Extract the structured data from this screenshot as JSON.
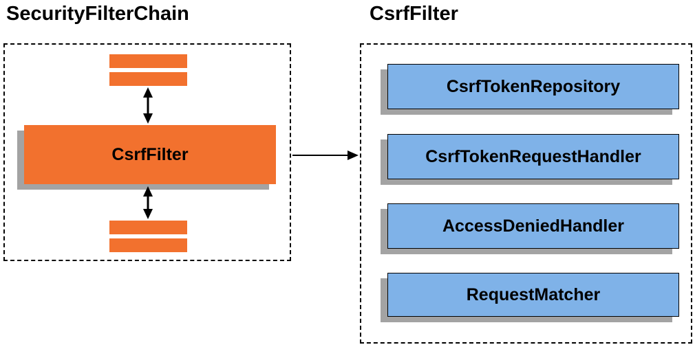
{
  "colors": {
    "orange": "#F2712E",
    "blue": "#7FB2E8",
    "shadow": "#A3A3A3",
    "line": "#000000"
  },
  "left_panel": {
    "title": "SecurityFilterChain",
    "filter_box_label": "CsrfFilter"
  },
  "right_panel": {
    "title": "CsrfFilter",
    "components": [
      {
        "label": "CsrfTokenRepository"
      },
      {
        "label": "CsrfTokenRequestHandler"
      },
      {
        "label": "AccessDeniedHandler"
      },
      {
        "label": "RequestMatcher"
      }
    ]
  }
}
